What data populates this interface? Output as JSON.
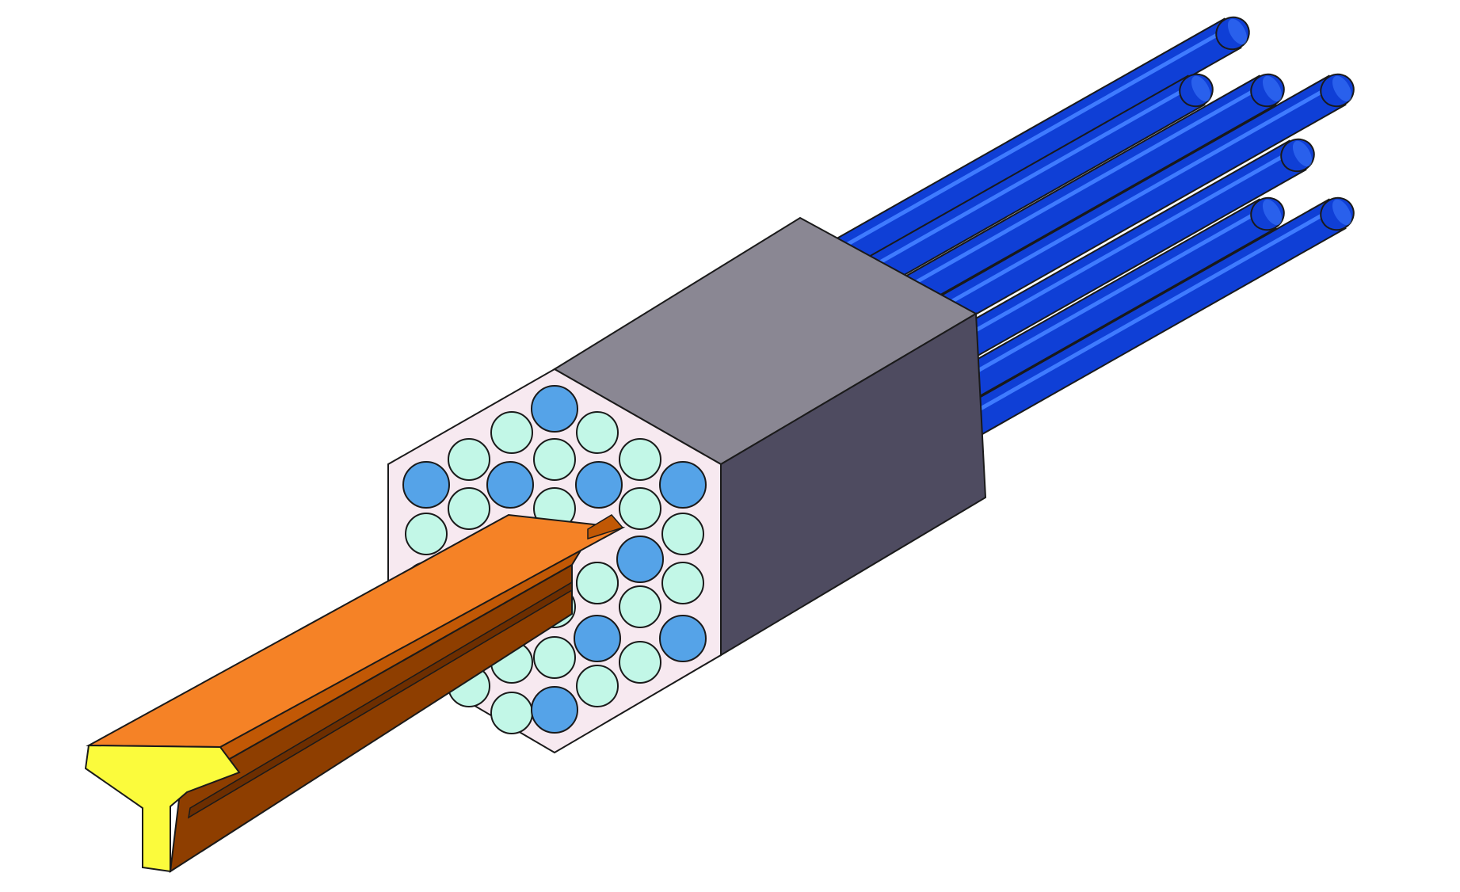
{
  "figure": {
    "colors": {
      "background": "#ffffff",
      "rod_blue": "#0f3fd6",
      "rod_blue_highlight": "#3f7bff",
      "rod_blue_shadow": "#0a2aa0",
      "block_top": "#8a8793",
      "block_side": "#4e4b60",
      "hex_face": "#f7e9f0",
      "fuel_channel": "#55a3e8",
      "coolant_channel": "#c2f7e7",
      "blade_top": "#f58226",
      "blade_side": "#c15805",
      "blade_underside": "#8e3e00",
      "blade_groove": "#6d2e00",
      "blade_end": "#fbfb3c",
      "outline": "#1a1a1a"
    },
    "components": [
      {
        "name": "protruding-rods",
        "description_icon": "cylinder-rod",
        "count": 7
      },
      {
        "name": "hexagonal-block",
        "description_icon": "hexagonal-prism"
      },
      {
        "name": "large-channels",
        "description_icon": "circle",
        "count": 11
      },
      {
        "name": "small-channels",
        "description_icon": "circle",
        "count": 22
      },
      {
        "name": "y-shaped-blade",
        "description_icon": "y-profile-beam"
      }
    ]
  }
}
